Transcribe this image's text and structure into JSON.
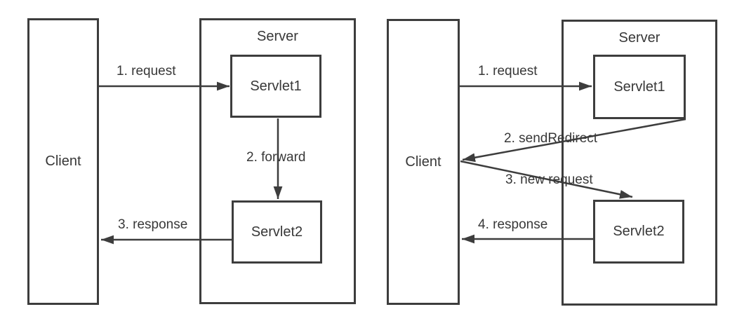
{
  "colors": {
    "line": "#3d3d3d",
    "text": "#383838",
    "background": "#ffffff"
  },
  "diagrams": [
    {
      "name": "forward",
      "client": "Client",
      "server": "Server",
      "servlet1": "Servlet1",
      "servlet2": "Servlet2",
      "steps": [
        "1. request",
        "2. forward",
        "3. response"
      ]
    },
    {
      "name": "redirect",
      "client": "Client",
      "server": "Server",
      "servlet1": "Servlet1",
      "servlet2": "Servlet2",
      "steps": [
        "1. request",
        "2. sendRedirect",
        "3. new request",
        "4. response"
      ]
    }
  ]
}
